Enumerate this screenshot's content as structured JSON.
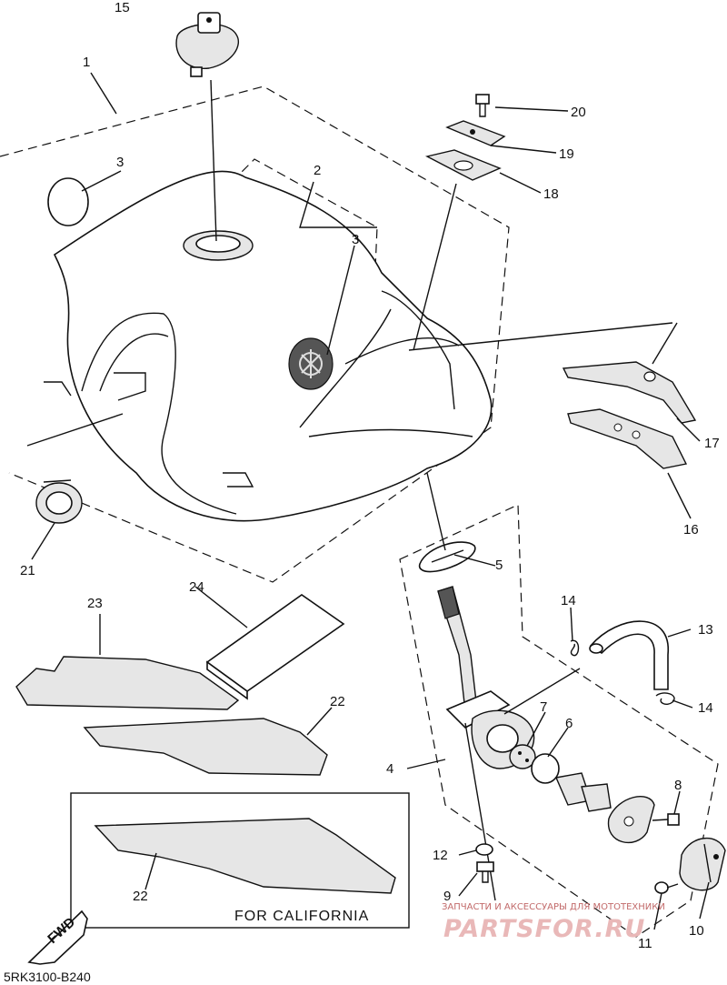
{
  "callouts": {
    "c1": "1",
    "c2": "2",
    "c3a": "3",
    "c3b": "3",
    "c4": "4",
    "c5": "5",
    "c6": "6",
    "c7": "7",
    "c8": "8",
    "c9": "9",
    "c10": "10",
    "c11": "11",
    "c12": "12",
    "c13": "13",
    "c14a": "14",
    "c14b": "14",
    "c15": "15",
    "c16": "16",
    "c17": "17",
    "c18": "18",
    "c19": "19",
    "c20": "20",
    "c21": "21",
    "c22a": "22",
    "c22b": "22",
    "c23": "23",
    "c24": "24"
  },
  "california_label": "FOR CALIFORNIA",
  "fwd_label": "FWD",
  "diagram_code": "5RK3100-B240",
  "watermark": {
    "subtitle": "ЗАПЧАСТИ И АКСЕССУАРЫ ДЛЯ МОТОТЕХНИКИ",
    "brand": "PARTSFOR.RU"
  }
}
